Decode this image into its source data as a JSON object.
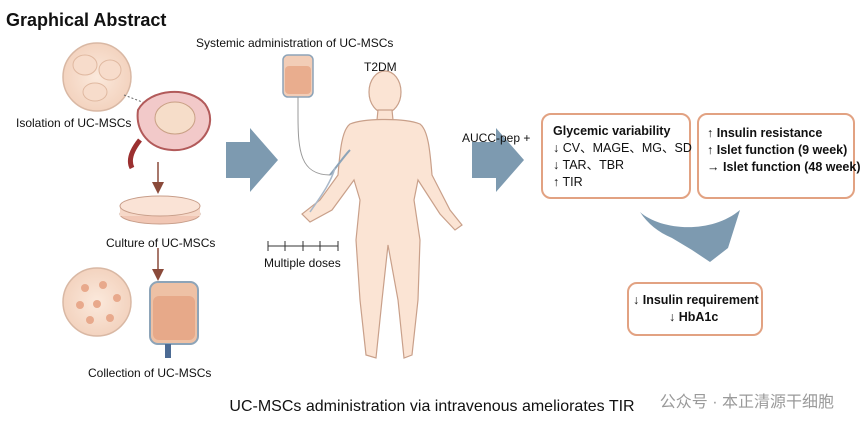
{
  "header": {
    "title": "Graphical Abstract"
  },
  "steps": {
    "isolation": "Isolation of UC-MSCs",
    "culture": "Culture of UC-MSCs",
    "collection": "Collection of UC-MSCs"
  },
  "administration": {
    "label": "Systemic administration of UC-MSCs",
    "doses": "Multiple doses",
    "patient": "T2DM"
  },
  "treatment": {
    "label": "AUCC-pep +"
  },
  "glycemic": {
    "title": "Glycemic variability",
    "row1": "↓ CV、MAGE、MG、SD",
    "row2": "↓ TAR、TBR",
    "row3": "↑ TIR"
  },
  "insulin": {
    "row1": "↑ Insulin resistance",
    "row2": "↑ Islet function (9 week)",
    "row3": "→ Islet function (48 week)"
  },
  "outcome": {
    "row1": "↓ Insulin requirement",
    "row2": "↓ HbA1c"
  },
  "footer": {
    "caption": "UC-MSCs administration via intravenous ameliorates TIR",
    "watermark": "公众号 · 本正清源干细胞"
  },
  "colors": {
    "box_border": "#e2a282",
    "arrow": "#7d9ab0",
    "skin": "#fbe4d4",
    "line": "#8a4a3a"
  }
}
